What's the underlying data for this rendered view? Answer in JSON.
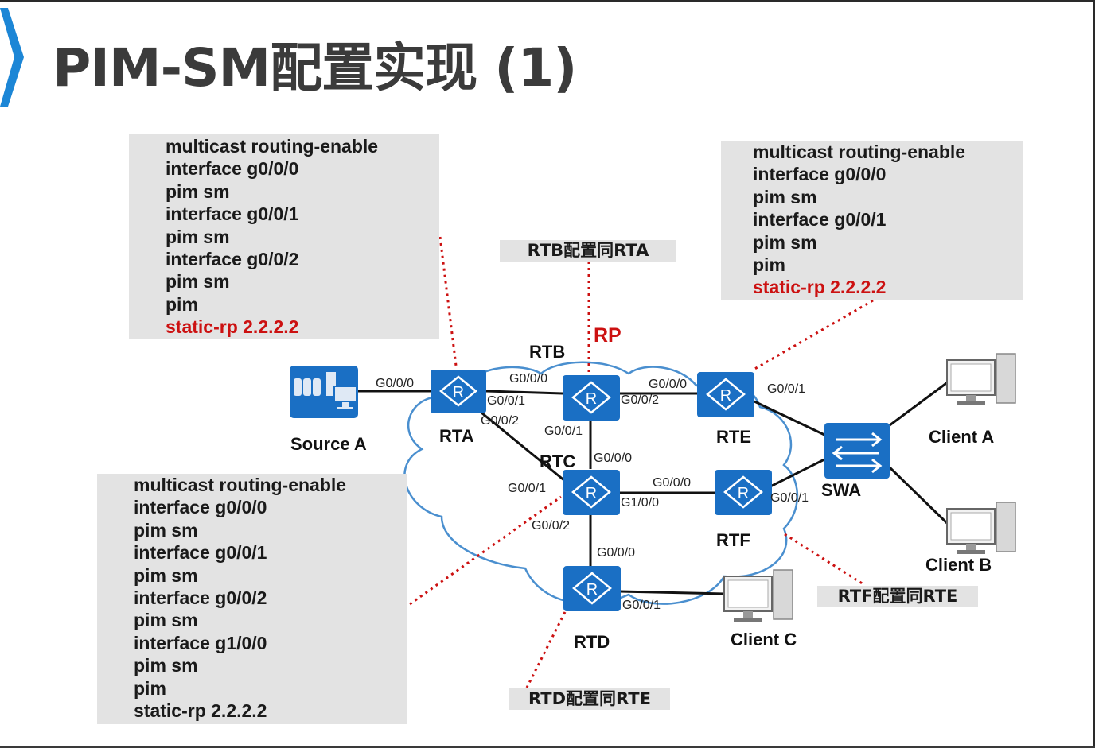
{
  "title": "PIM-SM配置实现 (1)",
  "colors": {
    "accent": "#1c86d6",
    "router": "#1a6fc4",
    "highlight": "#cc1111",
    "box": "#e3e3e3"
  },
  "config_rta": {
    "lines": [
      "multicast routing-enable",
      "interface g0/0/0",
      "pim sm",
      "interface g0/0/1",
      "pim sm",
      "interface g0/0/2",
      "pim sm",
      "pim"
    ],
    "highlight": "static-rp 2.2.2.2"
  },
  "config_rte": {
    "lines": [
      "multicast routing-enable",
      "interface g0/0/0",
      "pim sm",
      "interface g0/0/1",
      "pim sm",
      "pim"
    ],
    "highlight": "static-rp 2.2.2.2"
  },
  "config_rtc": {
    "lines": [
      "multicast routing-enable",
      "interface g0/0/0",
      "pim sm",
      "interface g0/0/1",
      "pim sm",
      "interface g0/0/2",
      "pim sm",
      "interface g1/0/0",
      "pim sm",
      "pim",
      "static-rp 2.2.2.2"
    ]
  },
  "notes": {
    "rtb": "RTB配置同RTA",
    "rtf": "RTF配置同RTE",
    "rtd": "RTD配置同RTE"
  },
  "rp_label": "RP",
  "devices": {
    "source_a": "Source A",
    "rta": "RTA",
    "rtb": "RTB",
    "rtc": "RTC",
    "rtd": "RTD",
    "rte": "RTE",
    "rtf": "RTF",
    "swa": "SWA",
    "client_a": "Client A",
    "client_b": "Client B",
    "client_c": "Client C"
  },
  "icons": {
    "router": "router-icon",
    "switch": "switch-icon",
    "server": "server-icon",
    "pc": "pc-icon"
  },
  "ports": {
    "rta_g000": "G0/0/0",
    "rtb_g000": "G0/0/0",
    "rta_g001": "G0/0/1",
    "rta_g002": "G0/0/2",
    "rtb_g002": "G0/0/2",
    "rte_g000": "G0/0/0",
    "rtb_g001": "G0/0/1",
    "rte_g001": "G0/0/1",
    "rtc_g000_up": "G0/0/0",
    "rtc_g001": "G0/0/1",
    "rtf_g000": "G0/0/0",
    "rtc_g100": "G1/0/0",
    "rtf_g001": "G0/0/1",
    "rtc_g002": "G0/0/2",
    "rtd_g000": "G0/0/0",
    "rtd_g001": "G0/0/1"
  }
}
